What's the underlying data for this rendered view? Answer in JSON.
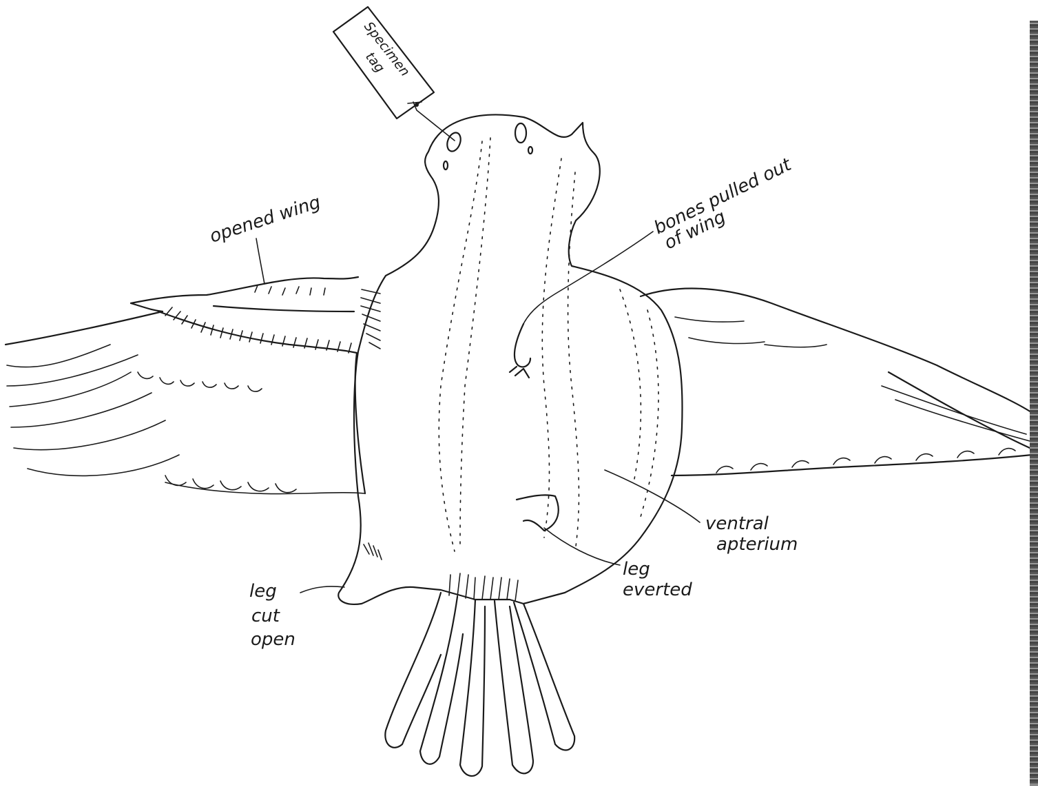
{
  "labels": {
    "specimen_tag_line1": "Specimen",
    "specimen_tag_line2": "tag",
    "opened_wing": "opened wing",
    "bones_line1": "bones pulled out",
    "bones_line2": "of wing",
    "ventral_line1": "ventral",
    "ventral_line2": "apterium",
    "leg_everted_line1": "leg",
    "leg_everted_line2": "everted",
    "leg_cut_line1": "leg",
    "leg_cut_line2": "cut",
    "leg_cut_line3": "open"
  },
  "colors": {
    "ink": "#1a1a1a",
    "paper": "#ffffff"
  }
}
